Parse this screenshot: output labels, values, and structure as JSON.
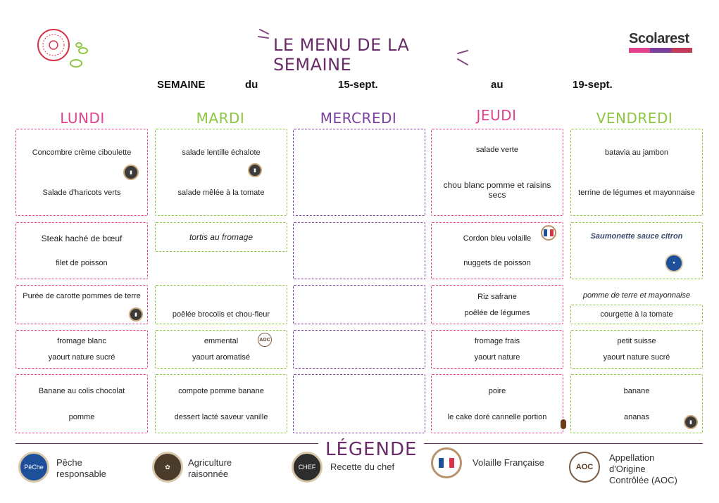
{
  "header": {
    "title": "LE MENU DE LA SEMAINE",
    "brand": "Scolarest",
    "week_label": "SEMAINE",
    "from_label": "du",
    "from_date": "15-sept.",
    "to_label": "au",
    "to_date": "19-sept."
  },
  "days": [
    {
      "name": "LUNDI",
      "color": "#e2428d",
      "rows": [
        [
          "Concombre crème ciboulette",
          "Salade d'haricots verts"
        ],
        [
          "Steak haché de bœuf",
          "filet de poisson"
        ],
        [
          "Purée de carotte pommes de terre"
        ],
        [
          "fromage blanc",
          "yaourt nature sucré"
        ],
        [
          "Banane au colis chocolat",
          "pomme"
        ]
      ]
    },
    {
      "name": "MARDI",
      "color": "#8dc63f",
      "rows": [
        [
          "salade lentille échalote",
          "salade mêlée à la tomate"
        ],
        [
          "tortis au fromage"
        ],
        [
          "poêlée brocolis et chou-fleur"
        ],
        [
          "emmental",
          "yaourt aromatisé"
        ],
        [
          "compote pomme banane",
          "dessert lacté saveur vanille"
        ]
      ]
    },
    {
      "name": "MERCREDI",
      "color": "#7a3f9d",
      "rows": [
        [],
        [],
        [],
        [],
        []
      ]
    },
    {
      "name": "JEUDI",
      "color": "#e2428d",
      "rows": [
        [
          "salade verte",
          "chou blanc pomme et raisins secs"
        ],
        [
          "Cordon bleu volaille",
          "nuggets de poisson"
        ],
        [
          "Riz safrane",
          "poêlée de légumes"
        ],
        [
          "fromage frais",
          "yaourt nature"
        ],
        [
          "poire",
          "le cake doré cannelle portion"
        ]
      ]
    },
    {
      "name": "VENDREDI",
      "color": "#8dc63f",
      "rows": [
        [
          "batavia au jambon",
          "terrine de légumes et mayonnaise"
        ],
        [
          "Saumonette sauce citron"
        ],
        [
          "pomme de terre et mayonnaise",
          "courgette à la tomate"
        ],
        [
          "petit suisse",
          "yaourt nature sucré"
        ],
        [
          "banane",
          "ananas"
        ]
      ]
    }
  ],
  "badges": {
    "chef": "CHEF",
    "aoc": "AOC",
    "peche": "PêChe"
  },
  "legend": {
    "title": "LÉGENDE",
    "items": [
      {
        "label_1": "Pêche",
        "label_2": "responsable",
        "icon": "peche-icon"
      },
      {
        "label_1": "Agriculture",
        "label_2": "raisonnée",
        "icon": "agriculture-icon"
      },
      {
        "label_1": "Recette du chef",
        "icon": "chef-recipe-icon"
      },
      {
        "label_1": "Volaille Française",
        "icon": "french-poultry-icon"
      },
      {
        "label_1": "Appellation",
        "label_2": "d'Origine",
        "label_3": "Contrôlée (AOC)",
        "icon": "aoc-icon"
      }
    ]
  },
  "colors": {
    "title": "#6a2c68",
    "pink": "#e2428d",
    "green": "#8dc63f",
    "purple": "#7a3f9d"
  }
}
